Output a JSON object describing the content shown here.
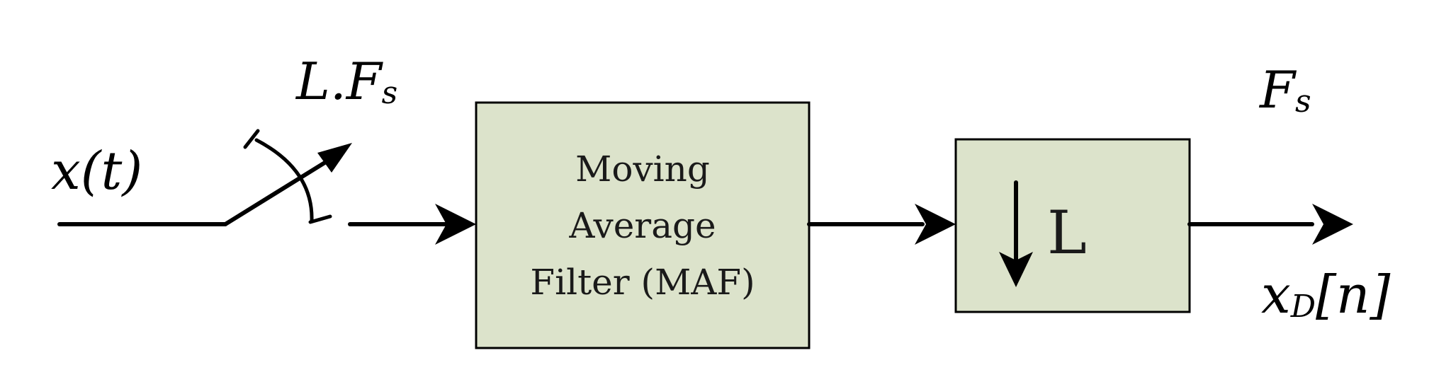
{
  "signals": {
    "input": {
      "base": "x",
      "arg": "(t)"
    },
    "sampling_rate": {
      "prefix": "L.",
      "symbol": "F",
      "subscript": "s"
    },
    "output_rate": {
      "symbol": "F",
      "subscript": "s"
    },
    "output": {
      "base": "x",
      "subscript": "D",
      "arg": "[n]"
    }
  },
  "blocks": {
    "maf": {
      "lines": [
        "Moving",
        "Average",
        "Filter (MAF)"
      ]
    },
    "decimator": {
      "symbol": "↓",
      "label": "L"
    }
  },
  "colors": {
    "block_fill": "#dce3cb",
    "line": "#000000"
  }
}
